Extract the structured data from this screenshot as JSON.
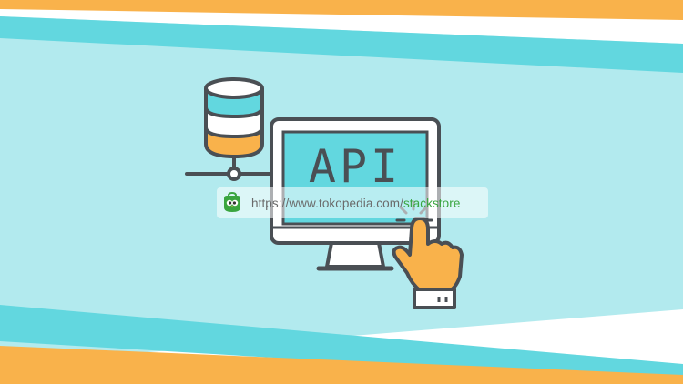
{
  "screen": {
    "label": "API"
  },
  "url_bar": {
    "prefix": "https://www.tokopedia.com/",
    "highlight": "stackstore",
    "logo_icon": "tokopedia-owl-icon"
  },
  "colors": {
    "orange": "#f9b24b",
    "teal_light": "#b2eaee",
    "teal_stripe": "#62d7df",
    "outline": "#4a4f54",
    "green": "#3aa53f"
  }
}
